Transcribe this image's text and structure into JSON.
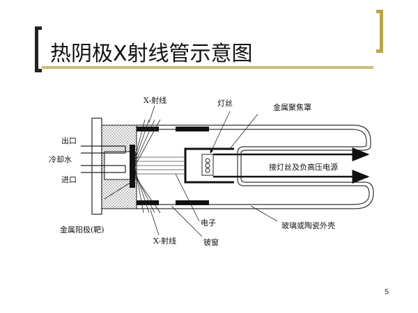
{
  "slide": {
    "title": "热阴极X射线管示意图",
    "page_number": "5"
  },
  "diagram": {
    "labels": {
      "xray_top": "X-射线",
      "filament": "灯丝",
      "focus_cup": "金属聚焦罩",
      "outlet": "出口",
      "cooling_water": "冷却水",
      "inlet": "进口",
      "filament_supply": "接灯丝及负高压电源",
      "anode": "金属阳极(靶)",
      "xray_bottom": "X-射线",
      "electron": "电子",
      "window": "铍窗",
      "shell": "玻璃或陶瓷外壳"
    }
  }
}
